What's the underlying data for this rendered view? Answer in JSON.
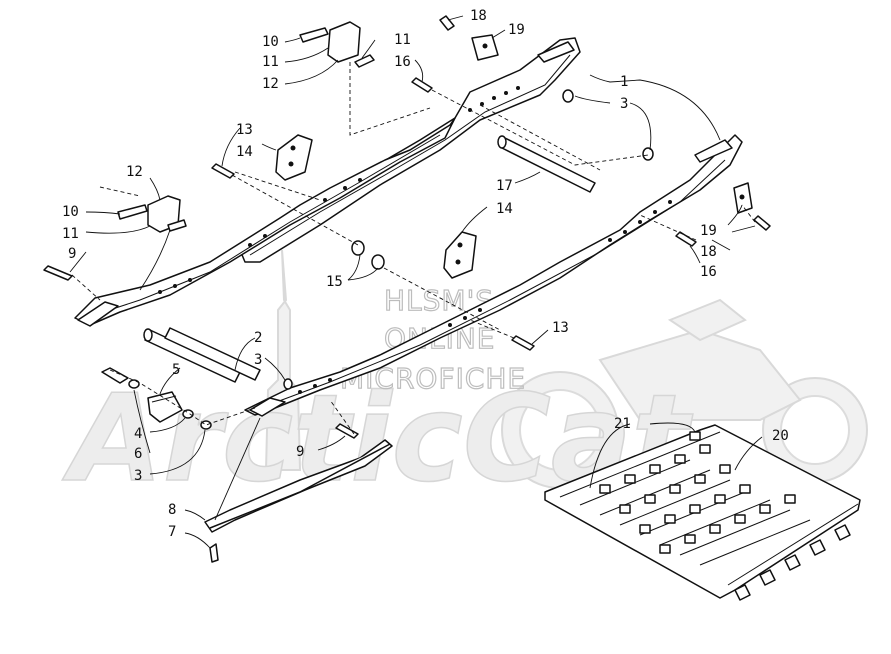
{
  "watermark": {
    "line1": "HLSM'S",
    "line2": "ONLINE",
    "line3": "MICROFICHE",
    "logo": "ArcticCat"
  },
  "callouts": [
    {
      "id": "c1",
      "text": "1"
    },
    {
      "id": "c2",
      "text": "2"
    },
    {
      "id": "c3a",
      "text": "3"
    },
    {
      "id": "c3b",
      "text": "3"
    },
    {
      "id": "c3c",
      "text": "3"
    },
    {
      "id": "c4",
      "text": "4"
    },
    {
      "id": "c5",
      "text": "5"
    },
    {
      "id": "c6",
      "text": "6"
    },
    {
      "id": "c7",
      "text": "7"
    },
    {
      "id": "c8",
      "text": "8"
    },
    {
      "id": "c9a",
      "text": "9"
    },
    {
      "id": "c9b",
      "text": "9"
    },
    {
      "id": "c10a",
      "text": "10"
    },
    {
      "id": "c10b",
      "text": "10"
    },
    {
      "id": "c11a",
      "text": "11"
    },
    {
      "id": "c11b",
      "text": "11"
    },
    {
      "id": "c11c",
      "text": "11"
    },
    {
      "id": "c12a",
      "text": "12"
    },
    {
      "id": "c12b",
      "text": "12"
    },
    {
      "id": "c13a",
      "text": "13"
    },
    {
      "id": "c13b",
      "text": "13"
    },
    {
      "id": "c14a",
      "text": "14"
    },
    {
      "id": "c14b",
      "text": "14"
    },
    {
      "id": "c15",
      "text": "15"
    },
    {
      "id": "c16a",
      "text": "16"
    },
    {
      "id": "c16b",
      "text": "16"
    },
    {
      "id": "c17",
      "text": "17"
    },
    {
      "id": "c18a",
      "text": "18"
    },
    {
      "id": "c18b",
      "text": "18"
    },
    {
      "id": "c19a",
      "text": "19"
    },
    {
      "id": "c19b",
      "text": "19"
    },
    {
      "id": "c20",
      "text": "20"
    },
    {
      "id": "c21",
      "text": "21"
    }
  ]
}
